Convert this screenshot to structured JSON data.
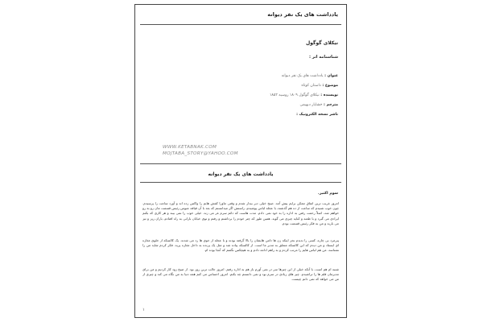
{
  "document": {
    "title": "یادداشت های یک نفر دیوانه",
    "author": "نیکلای گوگول",
    "id_heading": "شناسنامه اثر :",
    "meta": [
      {
        "key": "عنوان",
        "value": "یادداشت های یک نفر دیوانه"
      },
      {
        "key": "موضوع",
        "value": "داستان کوتاه"
      },
      {
        "key": "نویسنده",
        "value": "نیکلای گوگول ۱۸۰۹ روسیه ۱۸۵۲"
      },
      {
        "key": "مترجم",
        "value": "خشایار دیهیمی"
      },
      {
        "key": "ناشر نسخه الکترونیک",
        "value": ""
      }
    ],
    "watermark": {
      "line1": "WWW.KETABNAK.COM",
      "line2": "MOJTABA_STORY@YAHOO.COM"
    },
    "subtitle": "یادداشت های یک نفر دیوانه",
    "chapter": "سوم اکتبر.",
    "paragraphs": [
      "امروز غریب ترین اتفاق ممکن برایم پیش آمد. صبح خیلی دیر بیدار شدم و وقتی ماورا کفش هایم را واکس زده اند و آورد ساعت را پرسیدم. چون خوب شنیدم که ساعت از ده هم گذشته، با عجله لباس پوشیدم، راستش اگر میدانستم که بعد با آن قیافه عبوس رئیس قسمت مان رو به رو خواهم شد، اصلاً رحمت رفتن به اداره را به خود نمی دادم. مدت هاست که دائم سرم غر می زند. خیلی خوب را نمی بیند و هر کاری که بکنم ایرادی می گیرد و با طعنه و کنایه چیزی می گوید. همین طور که چتر خودم را برداشتم و رفتم و توی خیابان بارانی به راه افتادم، باران ریز و تیز می بارید و من به فکر رئیس قسمت بودم.",
      "پیرمرد بی چاره، کسی را ندیدم بجز اینکه زن ها دامن هایشان را بالا گرفته بودند و با عجله از جوی ها رد می شدند. یک کالسکه از جلوی مغازه ای ایستاد و من دیدم که این کالسکه متعلق به مدیر ما است. از کالسکه پیاده شد و مثل یک پرنده به داخل مغازه پرید. فکر کردم شاید من را نشناسد. من هم لباس هایم را مرتب کردم و به راهم ادامه دادم و به هیچکس نگفتم که آنجا بوده ام.",
      "شنبه ام هم است، با آنکه خیلی از این چیزها سر در نمی آورم باز هم به اداره رفتم. امروز جالب ترین روز بود. از صبح زود کار کردیم و من برای مدیرمان قلم ها را تراشیدم. چیز های زیادی در سرم بود و نمی دانستم چه بکنم. امروز احساس می کنم همه دنیا به من نگاه می کند و چیزی از من می خواهد که نمی دانم چیست."
    ],
    "page_number": "۱"
  }
}
